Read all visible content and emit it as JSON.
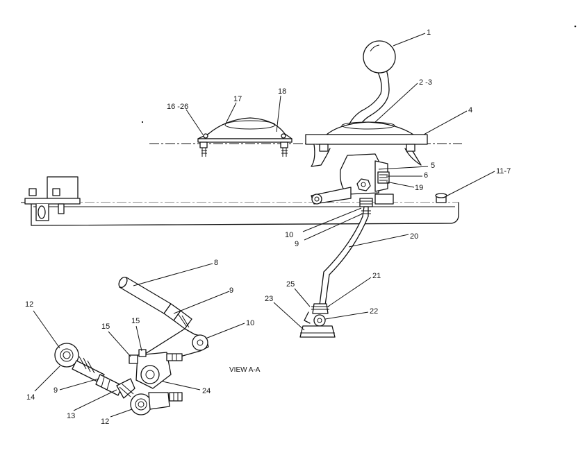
{
  "labels": {
    "l1": "1",
    "l2_3": "2 -3",
    "l4": "4",
    "l5": "5",
    "l6": "6",
    "l19": "19",
    "l11_7": "11-7",
    "l16_26": "16 -26",
    "l17": "17",
    "l18": "18",
    "l10_top": "10",
    "l9_top": "9",
    "l20": "20",
    "l8": "8",
    "l9_mid": "9",
    "l10_mid": "10",
    "l12_top": "12",
    "l15_a": "15",
    "l15_b": "15",
    "l14": "14",
    "l9_low": "9",
    "l13": "13",
    "l12_low": "12",
    "l24": "24",
    "l25": "25",
    "l21": "21",
    "l23": "23",
    "l22": "22"
  },
  "view_label": "VIEW A-A"
}
